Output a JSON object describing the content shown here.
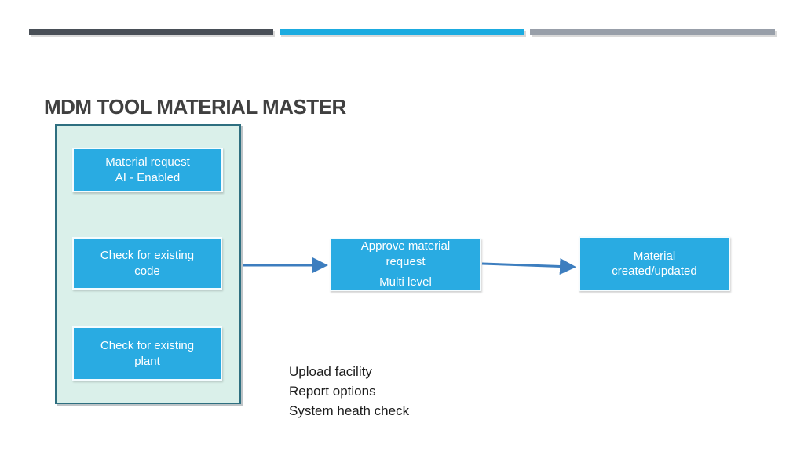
{
  "title": "MDM TOOL MATERIAL MASTER",
  "colors": {
    "bar_dark": "#494F57",
    "bar_blue": "#1BABE0",
    "bar_gray": "#989FA9",
    "title_gray": "#404040",
    "container_fill": "#DAF0EA",
    "container_border": "#2E6F80",
    "process_blue": "#29ABE2",
    "arrow_blue": "#3D7EBF"
  },
  "process_group": {
    "steps": [
      {
        "label": "Material request\nAI - Enabled"
      },
      {
        "label": "Check for existing\ncode"
      },
      {
        "label": "Check for existing\nplant"
      }
    ]
  },
  "flow": {
    "approve_box": {
      "label": "Approve material\nrequest",
      "sublabel": "Multi level"
    },
    "result_box": {
      "label": "Material\ncreated/updated"
    }
  },
  "notes": [
    "Upload facility",
    "Report options",
    "System heath check"
  ]
}
